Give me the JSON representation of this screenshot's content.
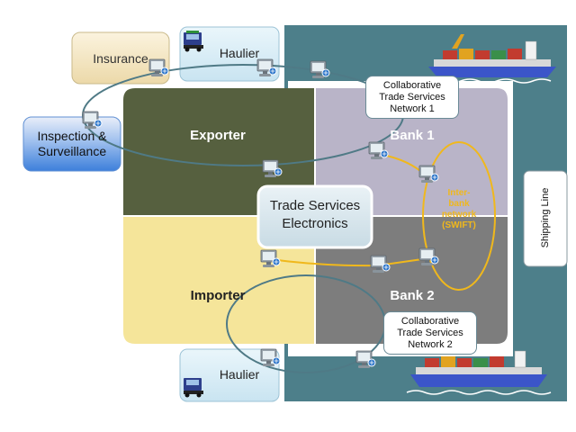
{
  "nodes": {
    "insurance": "Insurance",
    "haulier_top": "Haulier",
    "haulier_bottom": "Haulier",
    "inspection": [
      "Inspection &",
      "Surveillance"
    ],
    "exporter": "Exporter",
    "importer": "Importer",
    "bank1": "Bank 1",
    "bank2": "Bank 2",
    "center": [
      "Trade Services",
      "Electronics"
    ],
    "shipping_line": "Shipping Line",
    "ctsn1": [
      "Collaborative",
      "Trade Services",
      "Network 1"
    ],
    "ctsn2": [
      "Collaborative",
      "Trade Services",
      "Network 2"
    ],
    "interbank": [
      "Inter-",
      "bank",
      "network",
      "(SWIFT)"
    ]
  },
  "colors": {
    "sea": "#4d7f8a",
    "exporter": "#56603f",
    "importer": "#f5e59a",
    "bank1": "#b9b4c8",
    "bank2": "#7d7d7d",
    "insurance": "#f4e7c6",
    "haulier": "#dbeef6",
    "inspection": "#4c8fe0",
    "network_line": "#4f7a86",
    "interbank_line": "#f0b81c",
    "interbank_text": "#f0b81c"
  },
  "icons": [
    "computer-icon",
    "truck-icon",
    "ship-icon"
  ]
}
